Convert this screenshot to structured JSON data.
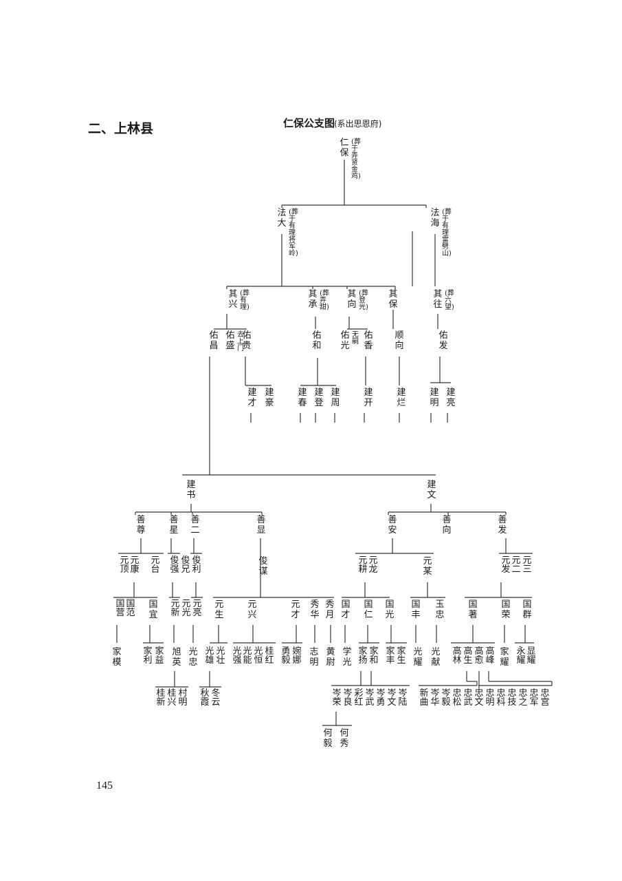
{
  "page": {
    "section_title": "二、上林县",
    "chart_title": "仁保公支图",
    "chart_subtitle": "(系出思恩府)",
    "page_number": "145"
  },
  "tree": {
    "people": [
      {
        "id": "renbao",
        "name": "仁保",
        "note": "(葬于弄贤金鸡)"
      },
      {
        "id": "fada",
        "name": "法大",
        "note": "(葬于有理将军岭)"
      },
      {
        "id": "fahai",
        "name": "法海",
        "note": "(葬于有理雷劈山)"
      },
      {
        "id": "qixing",
        "name": "其兴",
        "note": "(葬有理)"
      },
      {
        "id": "qicheng",
        "name": "其承",
        "note": "(葬弄甜)"
      },
      {
        "id": "qixiang",
        "name": "其向",
        "note": "(葬登光)"
      },
      {
        "id": "qibao",
        "name": "其保",
        "note": ""
      },
      {
        "id": "qiwang",
        "name": "其往",
        "note": "(葬六望)"
      },
      {
        "id": "youchang",
        "name": "佑昌",
        "note": ""
      },
      {
        "id": "yousheng",
        "name": "佑盛",
        "note": "去上门"
      },
      {
        "id": "yougui",
        "name": "佑贵",
        "note": ""
      },
      {
        "id": "youhe",
        "name": "佑和",
        "note": ""
      },
      {
        "id": "youguang",
        "name": "佑光",
        "note": "无嗣"
      },
      {
        "id": "youxiang",
        "name": "佑香",
        "note": ""
      },
      {
        "id": "shunxiang",
        "name": "顺向",
        "note": ""
      },
      {
        "id": "youfa",
        "name": "佑发",
        "note": ""
      },
      {
        "id": "jiancai",
        "name": "建才",
        "note": ""
      },
      {
        "id": "jianhao",
        "name": "建豪",
        "note": ""
      },
      {
        "id": "jianchun",
        "name": "建春",
        "note": ""
      },
      {
        "id": "jiandeng",
        "name": "建登",
        "note": ""
      },
      {
        "id": "jianzhou",
        "name": "建周",
        "note": ""
      },
      {
        "id": "jiankai",
        "name": "建开",
        "note": ""
      },
      {
        "id": "jianlan",
        "name": "建烂",
        "note": ""
      },
      {
        "id": "jianming",
        "name": "建明",
        "note": ""
      },
      {
        "id": "jianliang",
        "name": "建亮",
        "note": ""
      },
      {
        "id": "jianshu",
        "name": "建书",
        "note": ""
      },
      {
        "id": "jianwen",
        "name": "建文",
        "note": ""
      },
      {
        "id": "shanzun",
        "name": "善尊",
        "note": ""
      },
      {
        "id": "shanxing",
        "name": "善星",
        "note": ""
      },
      {
        "id": "shaner",
        "name": "善二",
        "note": ""
      },
      {
        "id": "shanxian",
        "name": "善显",
        "note": ""
      },
      {
        "id": "shanan",
        "name": "善安",
        "note": ""
      },
      {
        "id": "shanxiang",
        "name": "善向",
        "note": ""
      },
      {
        "id": "shanfa",
        "name": "善发",
        "note": ""
      },
      {
        "id": "yuanding",
        "name": "元顶",
        "note": ""
      },
      {
        "id": "yuankang",
        "name": "元康",
        "note": ""
      },
      {
        "id": "yuantai",
        "name": "元台",
        "note": ""
      },
      {
        "id": "junqiang",
        "name": "俊强",
        "note": ""
      },
      {
        "id": "junxiong",
        "name": "俊兄",
        "note": ""
      },
      {
        "id": "junli",
        "name": "俊利",
        "note": ""
      },
      {
        "id": "junmou",
        "name": "俊谋",
        "note": ""
      },
      {
        "id": "yuangeng",
        "name": "元耕",
        "note": ""
      },
      {
        "id": "yuanlong",
        "name": "元龙",
        "note": ""
      },
      {
        "id": "yuanmou",
        "name": "元某",
        "note": ""
      },
      {
        "id": "yuanfa",
        "name": "元发",
        "note": ""
      },
      {
        "id": "yuaner",
        "name": "元二",
        "note": ""
      },
      {
        "id": "yuansan",
        "name": "元三",
        "note": ""
      },
      {
        "id": "guoying",
        "name": "国营",
        "note": ""
      },
      {
        "id": "guofan",
        "name": "国范",
        "note": ""
      },
      {
        "id": "guoyi",
        "name": "国宜",
        "note": ""
      },
      {
        "id": "yuanxin",
        "name": "元新",
        "note": ""
      },
      {
        "id": "yuanguang",
        "name": "元光",
        "note": ""
      },
      {
        "id": "yuanliang",
        "name": "元亮",
        "note": ""
      },
      {
        "id": "yuansheng",
        "name": "元生",
        "note": ""
      },
      {
        "id": "yuanxing",
        "name": "元兴",
        "note": ""
      },
      {
        "id": "yuancai",
        "name": "元才",
        "note": ""
      },
      {
        "id": "xiuhua",
        "name": "秀华",
        "note": ""
      },
      {
        "id": "xiuyue",
        "name": "秀月",
        "note": ""
      },
      {
        "id": "guocai",
        "name": "国才",
        "note": ""
      },
      {
        "id": "guoren",
        "name": "国仁",
        "note": ""
      },
      {
        "id": "guoguang",
        "name": "国光",
        "note": ""
      },
      {
        "id": "guofeng",
        "name": "国丰",
        "note": ""
      },
      {
        "id": "yuzhong",
        "name": "玉忠",
        "note": ""
      },
      {
        "id": "guozhu",
        "name": "国著",
        "note": ""
      },
      {
        "id": "guorong",
        "name": "国荣",
        "note": ""
      },
      {
        "id": "guoqun",
        "name": "国群",
        "note": ""
      },
      {
        "id": "jiamo",
        "name": "家模",
        "note": ""
      },
      {
        "id": "jiali",
        "name": "家利",
        "note": ""
      },
      {
        "id": "jiayi",
        "name": "家益",
        "note": ""
      },
      {
        "id": "xuying",
        "name": "旭英",
        "note": ""
      },
      {
        "id": "guangzhong",
        "name": "光忠",
        "note": ""
      },
      {
        "id": "guangxiong",
        "name": "光雄",
        "note": ""
      },
      {
        "id": "guangzhuang",
        "name": "光壮",
        "note": ""
      },
      {
        "id": "guangqiang",
        "name": "光强",
        "note": ""
      },
      {
        "id": "guangneng",
        "name": "光能",
        "note": ""
      },
      {
        "id": "guangheng",
        "name": "光恒",
        "note": ""
      },
      {
        "id": "guihong",
        "name": "桂红",
        "note": ""
      },
      {
        "id": "yongyi",
        "name": "勇毅",
        "note": ""
      },
      {
        "id": "wanna",
        "name": "婉娜",
        "note": ""
      },
      {
        "id": "zhiming",
        "name": "志明",
        "note": ""
      },
      {
        "id": "huangwei",
        "name": "黄尉",
        "note": ""
      },
      {
        "id": "xueguang",
        "name": "学光",
        "note": ""
      },
      {
        "id": "jiayang",
        "name": "家扬",
        "note": ""
      },
      {
        "id": "jiahe",
        "name": "家和",
        "note": ""
      },
      {
        "id": "jiafeng",
        "name": "家丰",
        "note": ""
      },
      {
        "id": "jiasheng",
        "name": "家生",
        "note": ""
      },
      {
        "id": "guangyao",
        "name": "光耀",
        "note": ""
      },
      {
        "id": "guangxian",
        "name": "光献",
        "note": ""
      },
      {
        "id": "gaolin",
        "name": "高林",
        "note": ""
      },
      {
        "id": "gaosheng",
        "name": "高生",
        "note": ""
      },
      {
        "id": "gaoyu",
        "name": "高愈",
        "note": ""
      },
      {
        "id": "gaofeng",
        "name": "高峰",
        "note": ""
      },
      {
        "id": "jiayao",
        "name": "家耀",
        "note": ""
      },
      {
        "id": "yongyao",
        "name": "永耀",
        "note": ""
      },
      {
        "id": "xianyao",
        "name": "显耀",
        "note": ""
      },
      {
        "id": "guixin",
        "name": "桂新",
        "note": ""
      },
      {
        "id": "guixing",
        "name": "桂兴",
        "note": ""
      },
      {
        "id": "cunming",
        "name": "村明",
        "note": ""
      },
      {
        "id": "qiuxia",
        "name": "秋霞",
        "note": ""
      },
      {
        "id": "dongyun",
        "name": "冬云",
        "note": ""
      },
      {
        "id": "cenying",
        "name": "岑荣",
        "note": ""
      },
      {
        "id": "cenliang",
        "name": "岑良",
        "note": ""
      },
      {
        "id": "caihong",
        "name": "彩红",
        "note": ""
      },
      {
        "id": "cenwu",
        "name": "岑武",
        "note": ""
      },
      {
        "id": "cenyong",
        "name": "岑勇",
        "note": ""
      },
      {
        "id": "cenwen",
        "name": "岑文",
        "note": ""
      },
      {
        "id": "cenlu",
        "name": "岑陆",
        "note": ""
      },
      {
        "id": "xinqu",
        "name": "新曲",
        "note": ""
      },
      {
        "id": "cenhua",
        "name": "岑华",
        "note": ""
      },
      {
        "id": "cenyi",
        "name": "岑毅",
        "note": ""
      },
      {
        "id": "zhongsong",
        "name": "忠松",
        "note": ""
      },
      {
        "id": "zhongwu",
        "name": "忠武",
        "note": ""
      },
      {
        "id": "zhongwen",
        "name": "忠文",
        "note": ""
      },
      {
        "id": "zhongming",
        "name": "忠明",
        "note": ""
      },
      {
        "id": "zhongke",
        "name": "忠科",
        "note": ""
      },
      {
        "id": "zhongji",
        "name": "忠技",
        "note": ""
      },
      {
        "id": "zhongzhi",
        "name": "忠之",
        "note": ""
      },
      {
        "id": "zhongjun",
        "name": "忠军",
        "note": ""
      },
      {
        "id": "zhonggong",
        "name": "忠宫",
        "note": ""
      },
      {
        "id": "heyi",
        "name": "何毅",
        "note": ""
      },
      {
        "id": "hexiu",
        "name": "何秀",
        "note": ""
      }
    ]
  }
}
